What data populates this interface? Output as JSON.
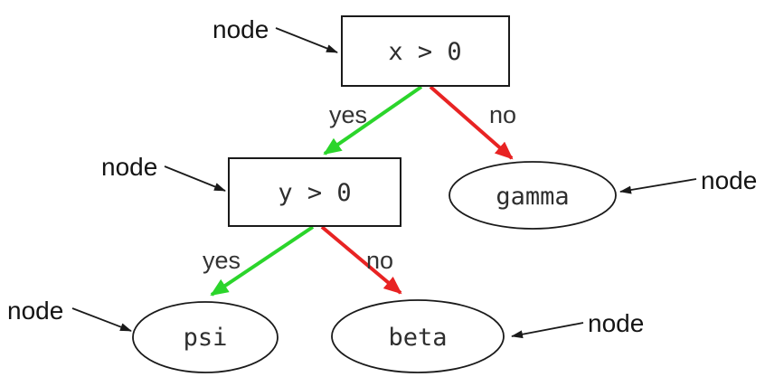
{
  "diagram": {
    "type": "decision-tree",
    "annotation_label": "node",
    "colors": {
      "yes_edge": "#2bd52b",
      "no_edge": "#e82323",
      "shape_stroke": "#1a1a1a",
      "node_text": "#2e2e2e",
      "annotation_text": "#141414"
    },
    "nodes": {
      "root": {
        "label": "x > 0",
        "shape": "rectangle"
      },
      "y": {
        "label": "y > 0",
        "shape": "rectangle"
      },
      "gamma": {
        "label": "gamma",
        "shape": "ellipse"
      },
      "psi": {
        "label": "psi",
        "shape": "ellipse"
      },
      "beta": {
        "label": "beta",
        "shape": "ellipse"
      }
    },
    "edges": {
      "root_yes": {
        "label": "yes",
        "color_key": "yes_edge"
      },
      "root_no": {
        "label": "no",
        "color_key": "no_edge"
      },
      "y_yes": {
        "label": "yes",
        "color_key": "yes_edge"
      },
      "y_no": {
        "label": "no",
        "color_key": "no_edge"
      }
    }
  }
}
